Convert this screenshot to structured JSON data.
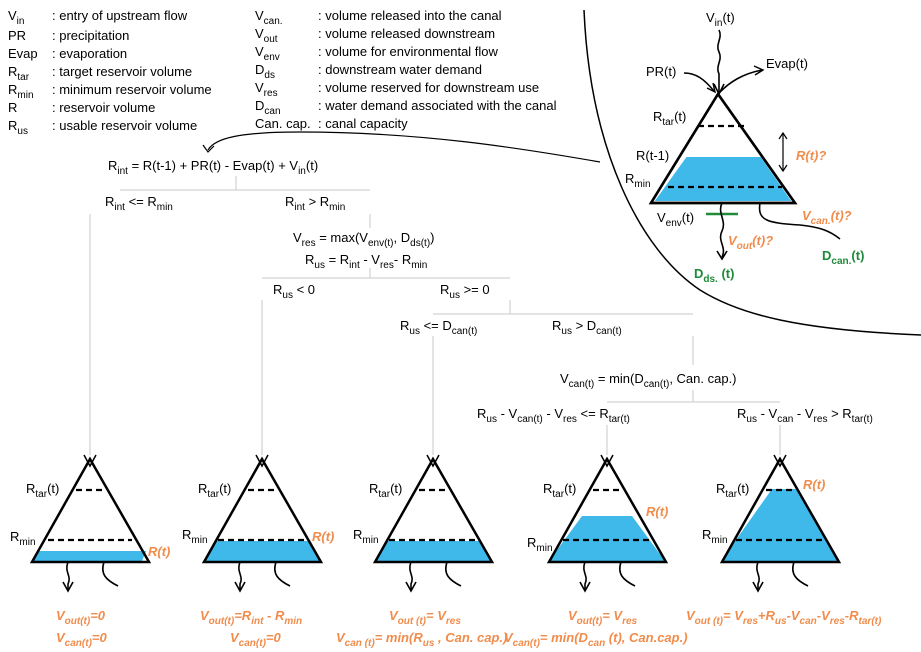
{
  "legend": {
    "left": [
      {
        "sym": "V",
        "sub": "in",
        "desc": ": entry of upstream flow"
      },
      {
        "sym": "PR",
        "sub": "",
        "desc": ": precipitation"
      },
      {
        "sym": "Evap",
        "sub": "",
        "desc": ": evaporation"
      },
      {
        "sym": "R",
        "sub": "tar",
        "desc": ": target reservoir volume"
      },
      {
        "sym": "R",
        "sub": "min",
        "desc": ": minimum reservoir volume"
      },
      {
        "sym": "R",
        "sub": "",
        "desc": ": reservoir volume"
      },
      {
        "sym": "R",
        "sub": "us",
        "desc": ": usable reservoir volume"
      }
    ],
    "right": [
      {
        "sym": "V",
        "sub": "can.",
        "desc": ": volume released into the canal"
      },
      {
        "sym": "V",
        "sub": "out",
        "desc": ": volume released downstream"
      },
      {
        "sym": "V",
        "sub": "env",
        "desc": ": volume for environmental flow"
      },
      {
        "sym": "D",
        "sub": "ds",
        "desc": ": downstream water demand"
      },
      {
        "sym": "V",
        "sub": "res",
        "desc": ": volume reserved for downstream use"
      },
      {
        "sym": "D",
        "sub": "can",
        "desc": ": water demand associated with the canal"
      },
      {
        "sym": "Can. cap.",
        "sub": "",
        "desc": ": canal capacity"
      }
    ]
  },
  "inset": {
    "vin": "V",
    "vin_sub": "in",
    "vin_t": "(t)",
    "pr": "PR(t)",
    "evap": "Evap(t)",
    "rtar": "R",
    "rtar_sub": "tar",
    "rtar_t": "(t)",
    "rprev": "R(t-1)",
    "rmin": "R",
    "rmin_sub": "min",
    "venv": "V",
    "venv_sub": "env",
    "venv_t": "(t)",
    "rq": "R(t)?",
    "vcanq_a": "V",
    "vcanq_sub": "can.",
    "vcanq_b": "(t)?",
    "voutq_a": "V",
    "voutq_sub": "out",
    "voutq_b": "(t)?",
    "dds_a": "D",
    "dds_sub": "ds.",
    "dds_b": " (t)",
    "dcan_a": "D",
    "dcan_sub": "can.",
    "dcan_b": "(t)"
  },
  "tree": {
    "rint_eq": {
      "a": "R",
      "a_sub": "int",
      "b": " = R(t-1) + PR(t) - Evap(t) + V",
      "b_sub": "in",
      "c": "(t)"
    },
    "b1": {
      "a": "R",
      "a_sub": "int",
      "b": " <= R",
      "b_sub": "min"
    },
    "b2": {
      "a": "R",
      "a_sub": "int",
      "b": " > R",
      "b_sub": "min"
    },
    "vres_eq": {
      "a": "V",
      "a_sub": "res",
      "b": " = max(V",
      "b_sub": "env",
      "c": "(t)",
      "d": ", D",
      "d_sub": "ds",
      "e": "(t)",
      "f": ")"
    },
    "rus_eq": {
      "a": "R",
      "a_sub": "us",
      "b": " = R",
      "b_sub": "int",
      "c": " - V",
      "c_sub": "res",
      "d": "- R",
      "d_sub": "min"
    },
    "b3": {
      "a": "R",
      "a_sub": "us",
      "b": " < 0"
    },
    "b4": {
      "a": "R",
      "a_sub": "us",
      "b": " >= 0"
    },
    "b5": {
      "a": "R",
      "a_sub": "us",
      "b": " <= D",
      "b_sub": "can",
      "c": "(t)"
    },
    "b6": {
      "a": "R",
      "a_sub": "us",
      "b": " > D",
      "b_sub": "can",
      "c": "(t)"
    },
    "vcan_eq": {
      "a": "V",
      "a_sub": "can",
      "b": "(t)",
      "c": " = min(D",
      "c_sub": "can",
      "d": "(t)",
      "e": ", Can. cap.)"
    },
    "b7": {
      "a": "R",
      "a_sub": "us",
      "b": " - V",
      "b_sub": "can",
      "c": "(t)",
      "d": " - V",
      "d_sub": "res",
      "e": " <= R",
      "e_sub": "tar",
      "f": "(t)"
    },
    "b8": {
      "a": "R",
      "a_sub": "us",
      "b": " - V",
      "b_sub": "can",
      "c": " - V",
      "c_sub": "res",
      "d": " > R",
      "d_sub": "tar",
      "e": "(t)"
    }
  },
  "outcomes": [
    {
      "l1": "V",
      "l1s": "out",
      "l1b": "(t)",
      "l1c": "=0",
      "l2": "V",
      "l2s": "can",
      "l2b": "(t)",
      "l2c": "=0"
    },
    {
      "l1": "V",
      "l1s": "out",
      "l1b": "(t)",
      "l1c": "=R",
      "l1d_sub": "int",
      "l1e": " - R",
      "l1e_sub": "min",
      "l2": "V",
      "l2s": "can",
      "l2b": "(t)",
      "l2c": "=0"
    },
    {
      "l1": "V",
      "l1s": "out",
      "l1b": " (t)",
      "l1c": "= V",
      "l1d_sub": "res",
      "l2": "V",
      "l2s": "can",
      "l2b": " (t)",
      "l2c": "= min(R",
      "l2d_sub": "us",
      "l2e": " , Can. cap.)"
    },
    {
      "l1": "V",
      "l1s": "out",
      "l1b": "(t)",
      "l1c": "= V",
      "l1d_sub": "res",
      "l2": "V",
      "l2s": "can",
      "l2b": "(t)",
      "l2c": "= min(D",
      "l2d_sub": "can",
      "l2e": " (t)",
      "l2f": ", Can.cap.)"
    },
    {
      "l1": "V",
      "l1s": "out",
      "l1b": " (t)",
      "l1c": "= V",
      "l1d_sub": "res",
      "l1e": "+R",
      "l1e_sub": "us",
      "l1f": "-V",
      "l1f_sub": "can",
      "l1g": "-V",
      "l1g_sub": "res",
      "l1h": "-R",
      "l1h_sub": "tar",
      "l1i": "(t)"
    }
  ],
  "tri_labels": {
    "rtar": "R",
    "rtar_sub": "tar",
    "rtar_t": "(t)",
    "rmin": "R",
    "rmin_sub": "min",
    "rt": "R(t)"
  },
  "colors": {
    "water": "#3fb8ea",
    "orange": "#f08c4c",
    "green": "#1f8a3a"
  }
}
